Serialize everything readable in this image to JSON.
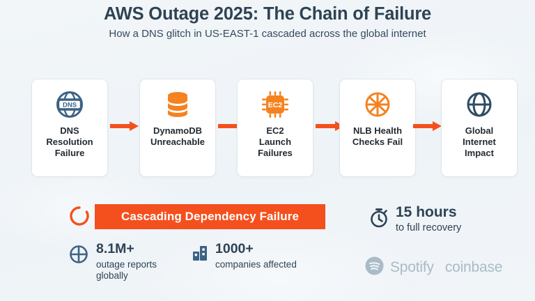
{
  "header": {
    "title": "AWS Outage 2025: The Chain of Failure",
    "subtitle": "How a DNS glitch in US-EAST-1 cascaded across the global internet"
  },
  "colors": {
    "accent_orange": "#f4501e",
    "aws_orange": "#f58220",
    "dark_slate": "#2e4354",
    "steel_blue": "#3c6285",
    "muted_logo": "#a9bbc7",
    "background": "#f1f5f8",
    "card_bg": "#ffffff",
    "card_border": "#dfe7ec"
  },
  "chain": {
    "steps": [
      {
        "id": "dns",
        "icon": "dns-globe-icon",
        "icon_text": "DNS",
        "label": "DNS\nResolution\nFailure",
        "icon_color": "#3c6285"
      },
      {
        "id": "dynamodb",
        "icon": "database-icon",
        "icon_text": "",
        "label": "DynamoDB\nUnreachable",
        "icon_color": "#f58220"
      },
      {
        "id": "ec2",
        "icon": "cpu-chip-icon",
        "icon_text": "EC2",
        "label": "EC2\nLaunch\nFailures",
        "icon_color": "#f58220"
      },
      {
        "id": "nlb",
        "icon": "network-sphere-icon",
        "icon_text": "",
        "label": "NLB Health\nChecks Fail",
        "icon_color": "#f58220"
      },
      {
        "id": "global",
        "icon": "globe-icon",
        "icon_text": "",
        "label": "Global\nInternet\nImpact",
        "icon_color": "#2e4c63"
      }
    ],
    "arrow_count": 4
  },
  "banner": {
    "icon": "cycle-refresh-icon",
    "text": "Cascading Dependency Failure"
  },
  "stats": [
    {
      "id": "reports",
      "icon": "globe-grid-icon",
      "value": "8.1M+",
      "caption": "outage reports\nglobally"
    },
    {
      "id": "companies",
      "icon": "building-icon",
      "value": "1000+",
      "caption": "companies affected"
    },
    {
      "id": "recovery",
      "icon": "stopwatch-icon",
      "value": "15 hours",
      "caption": "to full recovery"
    }
  ],
  "logos": [
    {
      "id": "spotify",
      "icon": "spotify-icon",
      "label": "Spotify"
    },
    {
      "id": "coinbase",
      "icon": "",
      "label": "coinbase"
    }
  ]
}
